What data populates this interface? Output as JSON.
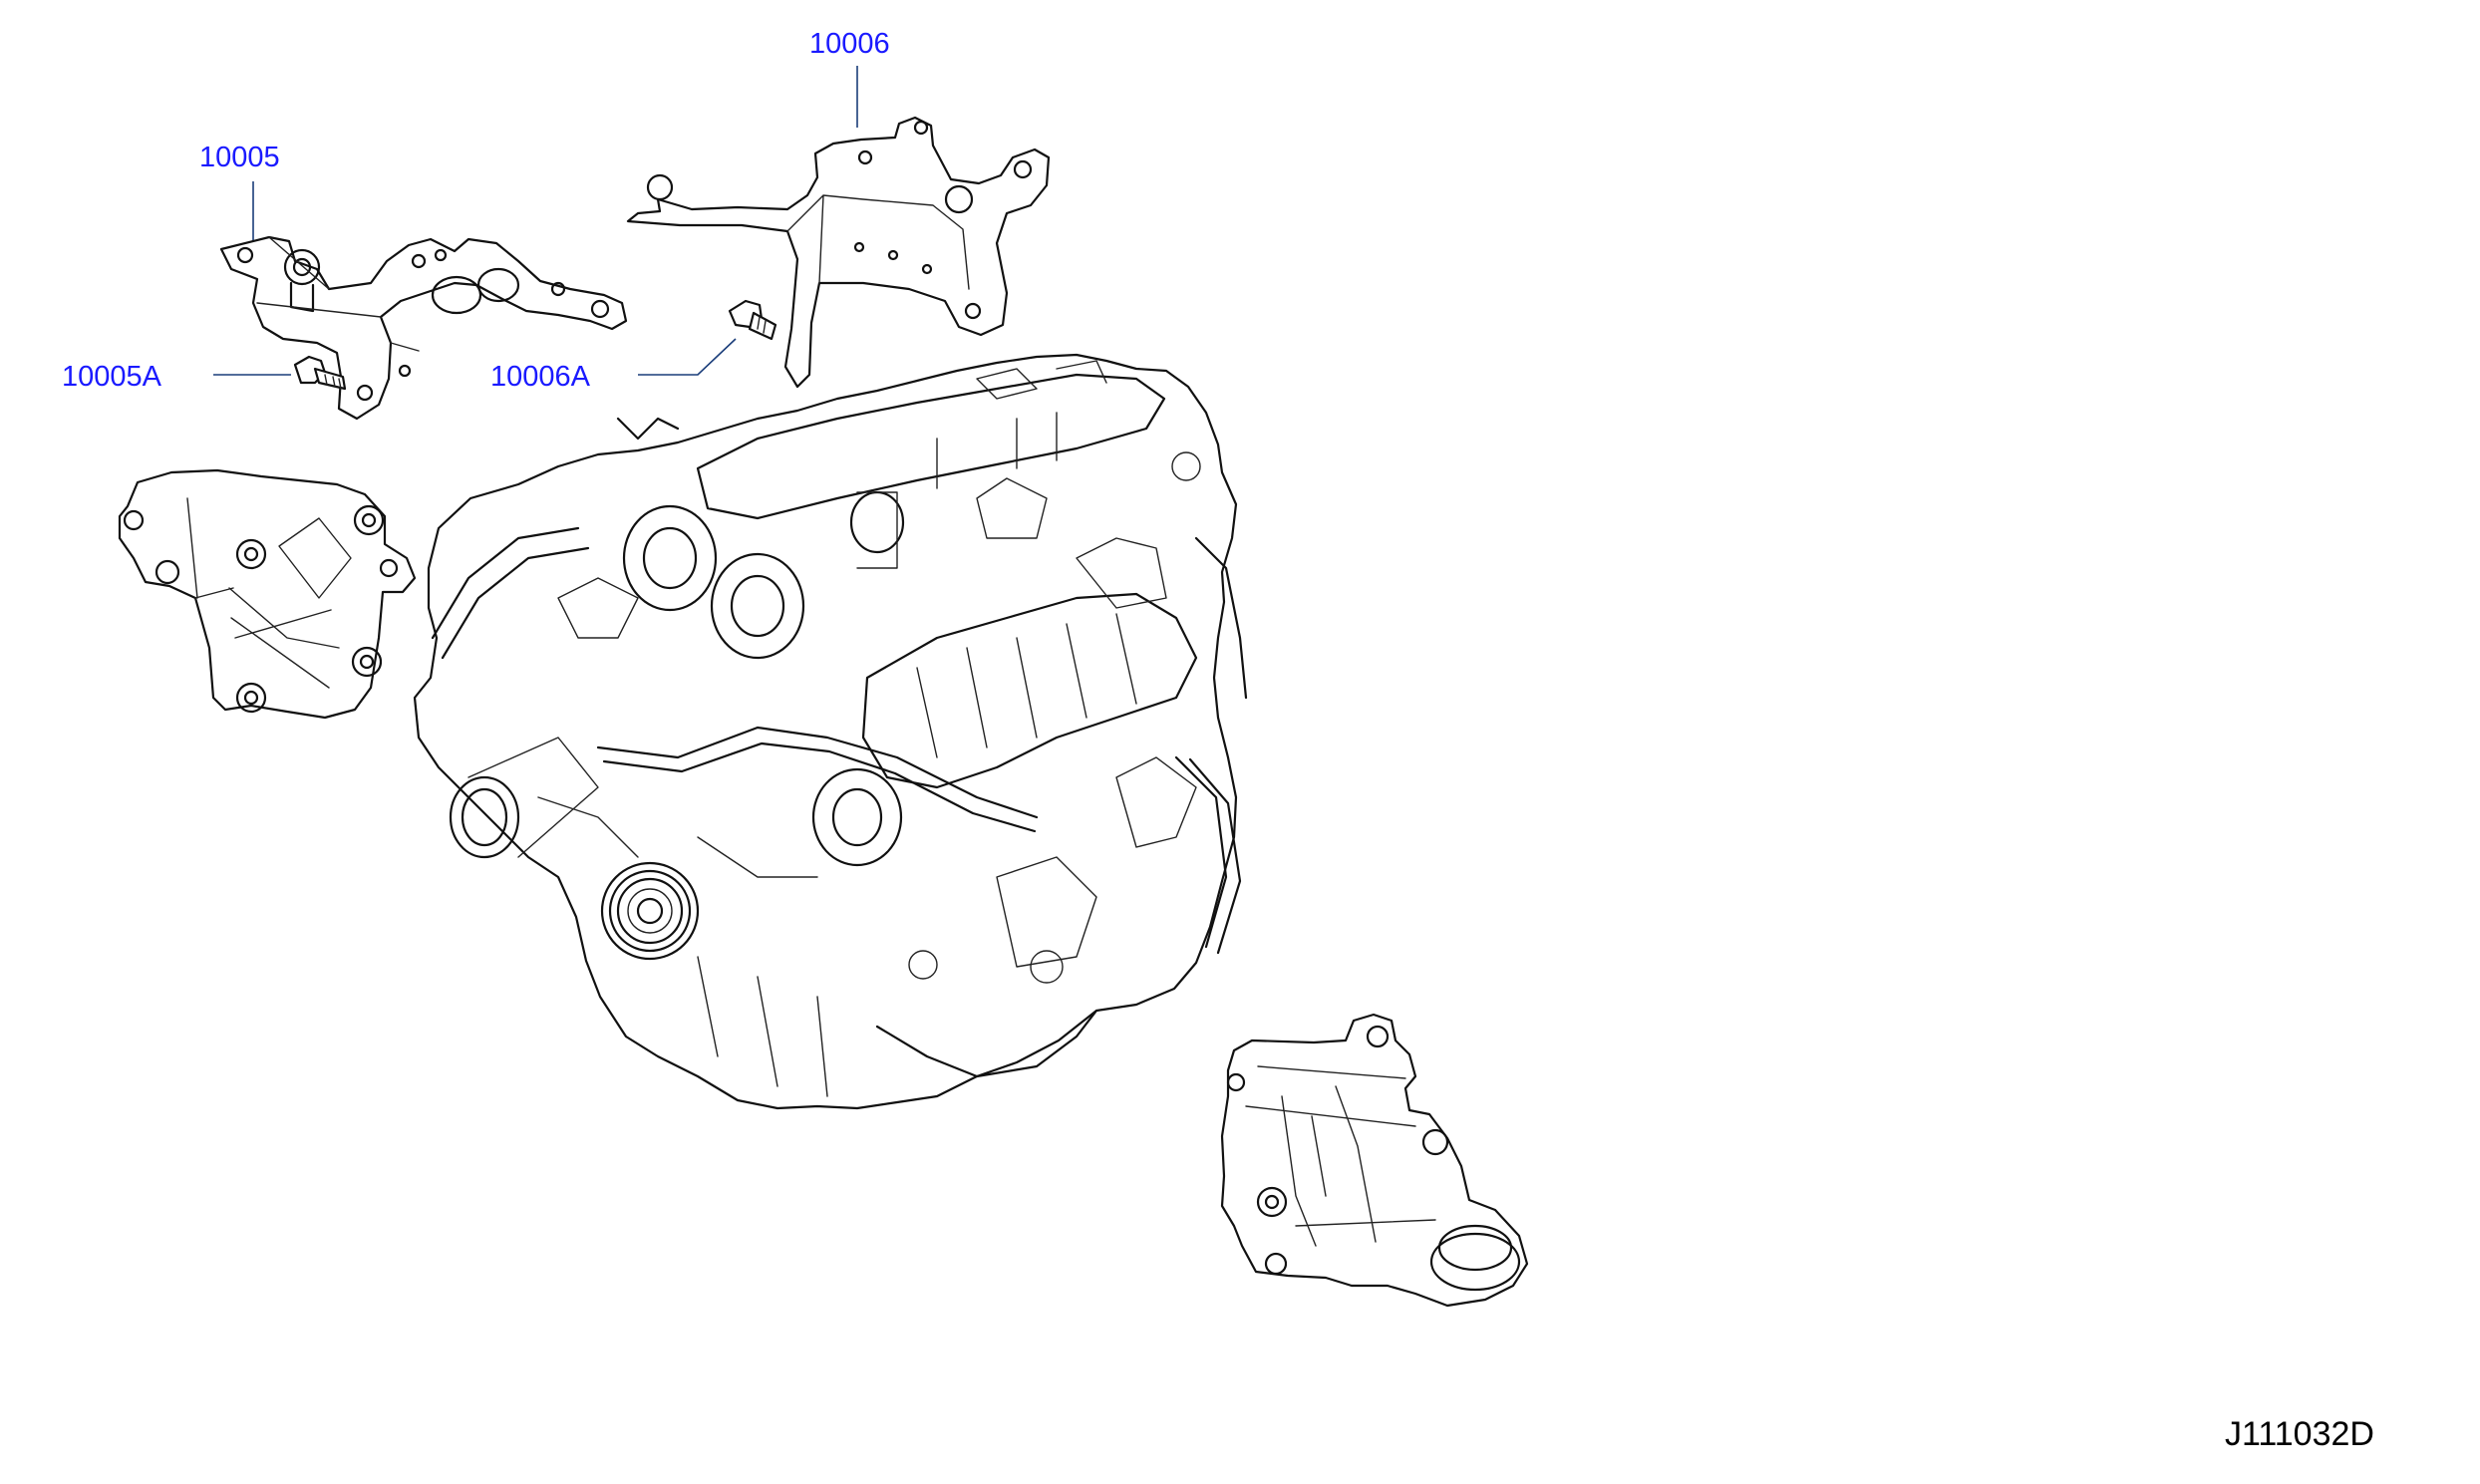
{
  "callouts": {
    "part_10006": "10006",
    "part_10005": "10005",
    "part_10005A": "10005A",
    "part_10006A": "10006A"
  },
  "diagram_id": "J111032D",
  "colors": {
    "callout_text": "#1a1aff",
    "leader_line": "#1a3d7a",
    "drawing_line": "#111111",
    "background": "#ffffff"
  }
}
